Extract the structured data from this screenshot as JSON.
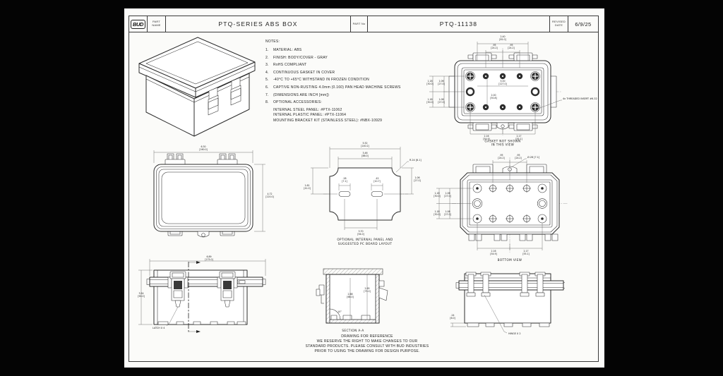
{
  "title_block": {
    "logo": "BUD",
    "part_name_label": "PART NAME",
    "part_name": "PTQ-SERIES ABS BOX",
    "part_no_label": "PART No",
    "part_no": "PTQ-11138",
    "revised_label": "REVISED DATE",
    "revised_date": "6/9/25"
  },
  "notes": {
    "heading": "NOTES:",
    "items": [
      {
        "no": "1.",
        "text": "MATERIAL: ABS"
      },
      {
        "no": "2.",
        "text": "FINISH: BODY/COVER - GRAY"
      },
      {
        "no": "3.",
        "text": "RoHS COMPLIANT"
      },
      {
        "no": "4.",
        "text": "CONTINUOUS GASKET IN COVER"
      },
      {
        "no": "5.",
        "text": "-40°C TO +65°C WITHSTAND IN FROZEN CONDITION"
      },
      {
        "no": "6.",
        "text": "CAPTIVE NON-RUSTING 4.0mm (0.160) PAN HEAD MACHINE SCREWS"
      },
      {
        "no": "7.",
        "text": "(DIMENSIONS ARE INCH [mm])"
      },
      {
        "no": "8.",
        "text": "OPTIONAL ACCESSORIES:"
      },
      {
        "no": "",
        "text": "INTERNAL STEEL PANEL: #PTX-11062"
      },
      {
        "no": "",
        "text": "INTERNAL PLASTIC PANEL: #PTX-11064"
      },
      {
        "no": "",
        "text": "MOUNTING BRACKET KIT (STAINLESS STEEL): #NBX-10929"
      }
    ]
  },
  "views": {
    "cover_inside": {
      "caption_line1": "GASKET NOT SHOWN",
      "caption_line2": "IN THIS VIEW",
      "insert_note": "4x THREADED INSERT #6-32",
      "dims": {
        "top_overall": "2.40 [61.0]",
        "top_left": ".95 [24.2]",
        "top_right": ".95 [24.2]",
        "left_outer_upper": "1.18 [30.0]",
        "left_outer_lower": "1.18 [30.0]",
        "left_inner_upper": "1.06 [27.0]",
        "left_inner_lower": "1.06 [27.0]",
        "center_width": "5.00 [127.0]",
        "center_height": "2.00 [50.8]",
        "bottom_left": "2.16 [54.9]",
        "bottom_right": "2.17 [55.1]"
      }
    },
    "top_view": {
      "dims": {
        "width": "6.30 [160.0]",
        "height": "4.72 [120.0]"
      }
    },
    "panel": {
      "caption_line1": "OPTIONAL INTERNAL PANEL AND",
      "caption_line2": "SUGGESTED PC BOARD LAYOUT",
      "dims": {
        "overall_width": "5.52 [140.2]",
        "inner_width": "3.46 [88.0]",
        "corner_radius": "R.24 [6.1]",
        "right_height": "1.06 [27.0]",
        "left_height": "1.61 [41.0]",
        "slot_width": ".28 [7.1]",
        "slot_length": ".42 [10.7]",
        "bottom_width": "3.70 [94.0]"
      }
    },
    "bottom_view": {
      "caption": "BOTTOM VIEW",
      "hole_note": "Ø.28 [7.1]",
      "dims": {
        "top_left": ".95 [24.2]",
        "top_right": ".95 [24.2]",
        "left_outer_upper": "1.18 [30.0]",
        "left_outer_lower": "1.18 [30.0]",
        "left_inner_upper": "1.06 [27.0]",
        "left_inner_lower": "1.06 [27.0]",
        "bottom_left": "2.16 [54.9]",
        "bottom_right": "2.17 [55.1]"
      }
    },
    "front_view": {
      "label": "LATCH X 4",
      "dims": {
        "width": "6.89 [175.0]",
        "height": "3.54 [90.0]"
      }
    },
    "section_view": {
      "caption": "SECTION A-A",
      "dims": {
        "inner_depth": "2.68 [68.0]",
        "overall_depth": "2.95 [75.0]",
        "draft_angle": "10°"
      }
    },
    "rear_view": {
      "label": "HINGE X 2",
      "dims": {
        "foot_height": ".24 [6.0]"
      }
    }
  },
  "footer": {
    "line1": "DRAWING FOR REFERENCE",
    "line2": "WE RESERVE THE RIGHT TO MAKE CHANGES TO OUR",
    "line3": "STANDARD PRODUCTS. PLEASE CONSULT WITH BUD INDUSTRIES",
    "line4": "PRIOR TO USING THE DRAWING FOR DESIGN PURPOSE."
  }
}
